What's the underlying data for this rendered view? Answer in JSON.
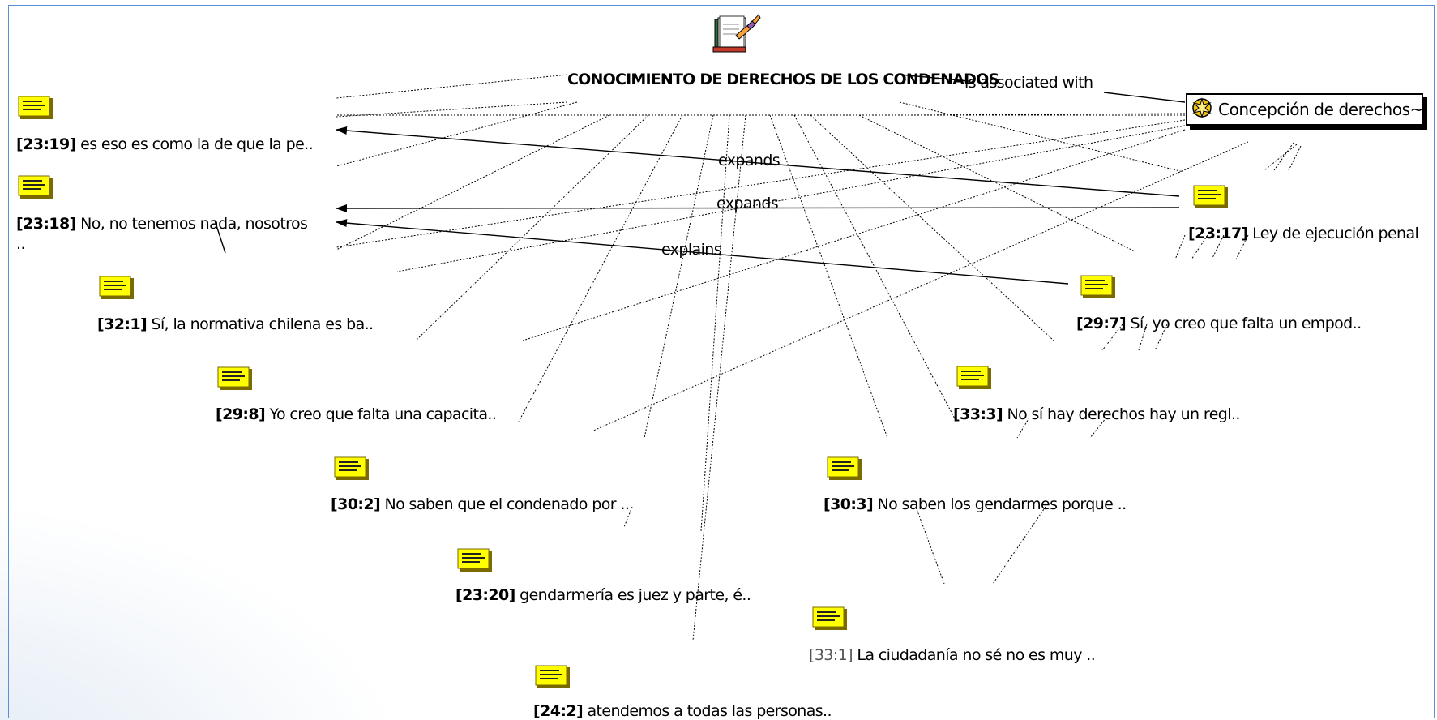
{
  "network": {
    "title": "CONOCIMIENTO DE DERECHOS DE LOS CONDENADOS",
    "concept_label": "Concepción de derechos~"
  },
  "edges": {
    "associated": "is associated with",
    "expands_1": "expands",
    "expands_2": "expands",
    "explains": "explains"
  },
  "quotes": [
    {
      "id": "[23:19]",
      "text": "es eso es como la de que la pe.."
    },
    {
      "id": "[23:18]",
      "text": "No, no tenemos nada, nosotros",
      "text2": ".."
    },
    {
      "id": "[32:1]",
      "text": "Sí, la normativa chilena es ba.."
    },
    {
      "id": "[29:8]",
      "text": "Yo creo que falta una capacita.."
    },
    {
      "id": "[30:2]",
      "text": "No saben que el condenado por .."
    },
    {
      "id": "[23:20]",
      "text": "gendarmería es juez y parte, é.."
    },
    {
      "id": "[24:2]",
      "text": "atendemos a todas las personas.."
    },
    {
      "id": "[23:17]",
      "text": "Ley de ejecución penal"
    },
    {
      "id": "[29:7]",
      "text": "Sí, yo creo que falta un empod.."
    },
    {
      "id": "[33:3]",
      "text": "No sí hay derechos hay un regl.."
    },
    {
      "id": "[30:3]",
      "text": "No saben los gendarmes porque .."
    },
    {
      "id": "[33:1]",
      "text": "La ciudadanía no sé no es muy .."
    }
  ],
  "icons": {
    "memo": "memo-note-icon",
    "concept": "concept-star-icon",
    "title": "book-pen-icon"
  },
  "colors": {
    "memo_fill": "#ffff00",
    "memo_stroke": "#7a6a00",
    "frame": "#5b8fd6"
  }
}
